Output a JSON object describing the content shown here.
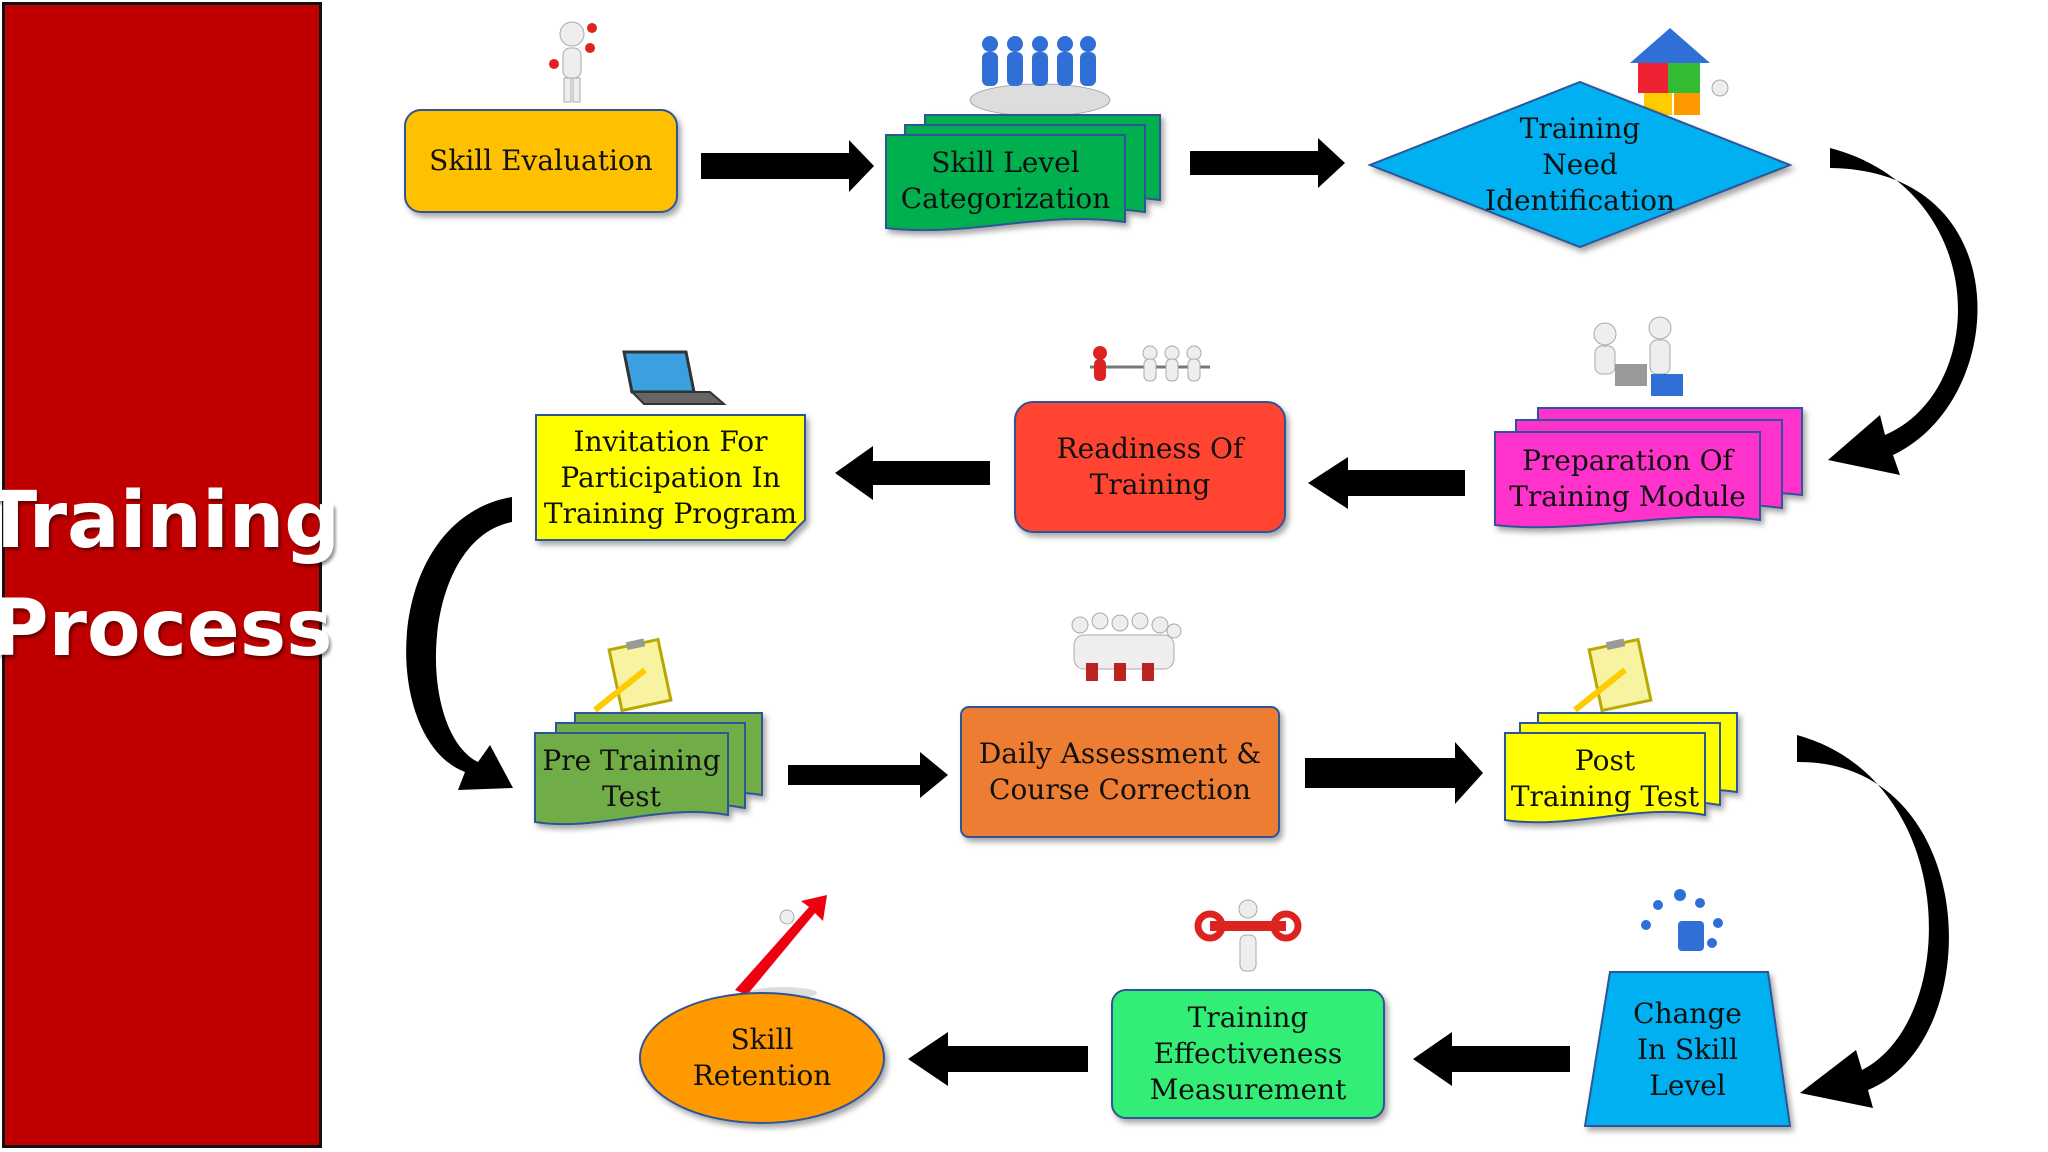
{
  "sidebar": {
    "title": "Training\nProcess",
    "color": "#c00000"
  },
  "steps": [
    {
      "id": "skill-evaluation",
      "label": "Skill Evaluation",
      "color": "#ffc000"
    },
    {
      "id": "skill-level-categorization",
      "label": "Skill Level\nCategorization",
      "color": "#00b050"
    },
    {
      "id": "training-need-identification",
      "label": "Training\nNeed\nIdentification",
      "color": "#00b0f0"
    },
    {
      "id": "preparation-of-training-module",
      "label": "Preparation Of\nTraining Module",
      "color": "#ff33cc"
    },
    {
      "id": "readiness-of-training",
      "label": "Readiness Of\nTraining",
      "color": "#ff4433"
    },
    {
      "id": "invitation-for-participation",
      "label": "Invitation For\nParticipation In\nTraining Program",
      "color": "#ffff00"
    },
    {
      "id": "pre-training-test",
      "label": "Pre Training\nTest",
      "color": "#70ad47"
    },
    {
      "id": "daily-assessment",
      "label": "Daily Assessment &\nCourse Correction",
      "color": "#ed7d31"
    },
    {
      "id": "post-training-test",
      "label": "Post\nTraining Test",
      "color": "#ffff00"
    },
    {
      "id": "change-in-skill-level",
      "label": "Change\nIn Skill\nLevel",
      "color": "#00b0f0"
    },
    {
      "id": "training-effectiveness-measurement",
      "label": "Training\nEffectiveness\nMeasurement",
      "color": "#33ee77"
    },
    {
      "id": "skill-retention",
      "label": "Skill\nRetention",
      "color": "#ff9900"
    }
  ]
}
